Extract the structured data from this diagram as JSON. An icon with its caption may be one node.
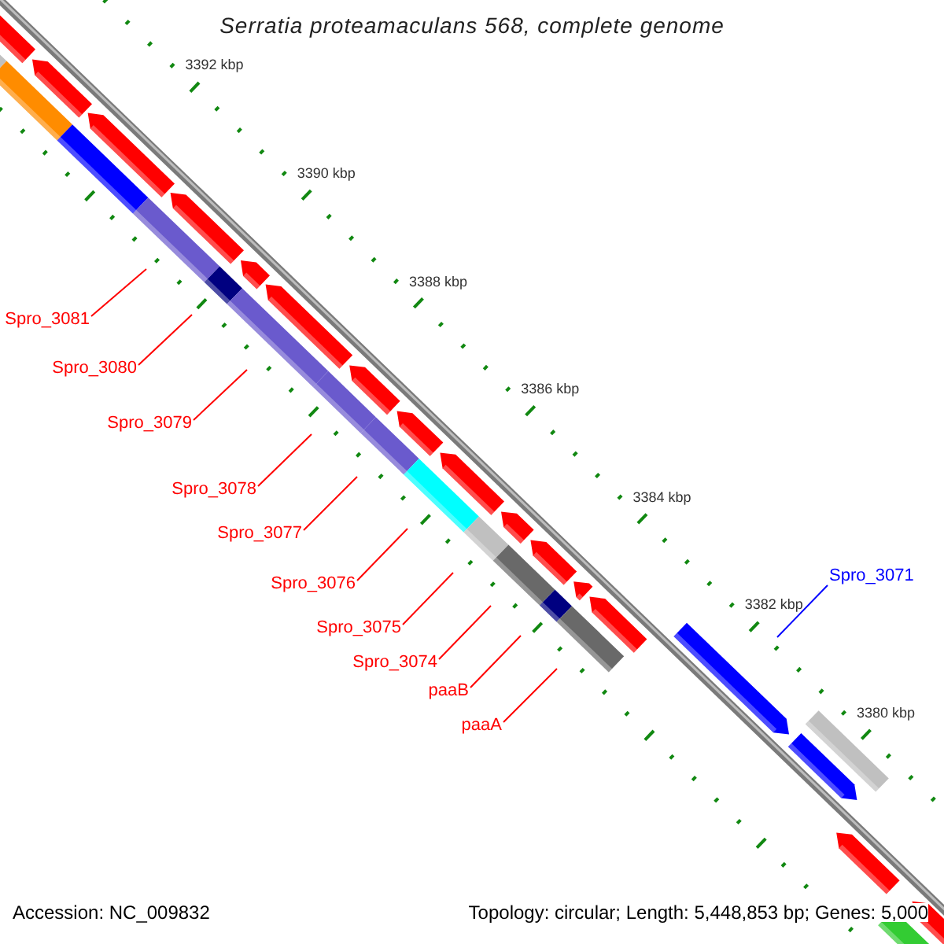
{
  "diagram": {
    "title": "Serratia proteamaculans 568, complete genome",
    "nodes": [
      {
        "text": [
          "Spro_3081"
        ]
      },
      {
        "text": [
          "Spro_3080"
        ]
      },
      {
        "text": [
          "Spro_3079"
        ]
      },
      {
        "text": [
          "Spro_3078"
        ]
      },
      {
        "text": [
          "Spro_3077"
        ]
      },
      {
        "text": [
          "Spro_3076"
        ]
      },
      {
        "text": [
          "Spro_3075"
        ]
      },
      {
        "text": [
          "Spro_3074"
        ]
      },
      {
        "text": [
          "paaB"
        ]
      },
      {
        "text": [
          "paaA"
        ]
      },
      {
        "text": [
          "Spro_3071"
        ]
      }
    ],
    "edges": [
      {
        "from": 0,
        "to": null,
        "arrow": "none"
      },
      {
        "from": 1,
        "to": null,
        "arrow": "none"
      },
      {
        "from": 2,
        "to": null,
        "arrow": "none"
      },
      {
        "from": 3,
        "to": null,
        "arrow": "none"
      },
      {
        "from": 4,
        "to": null,
        "arrow": "none"
      },
      {
        "from": 5,
        "to": null,
        "arrow": "none"
      },
      {
        "from": 6,
        "to": null,
        "arrow": "none"
      },
      {
        "from": 7,
        "to": null,
        "arrow": "none"
      },
      {
        "from": 8,
        "to": null,
        "arrow": "none"
      },
      {
        "from": 9,
        "to": null,
        "arrow": "none"
      },
      {
        "from": 10,
        "to": null,
        "arrow": "none",
        "color": "#0000ff"
      }
    ],
    "labels": [
      "3392 kbp",
      "3390 kbp",
      "3388 kbp",
      "3386 kbp",
      "3384 kbp",
      "3382 kbp",
      "3380 kbp",
      "Accession: NC_009832",
      "Topology: circular; Length: 5,448,853 bp; Genes: 5,000"
    ]
  }
}
